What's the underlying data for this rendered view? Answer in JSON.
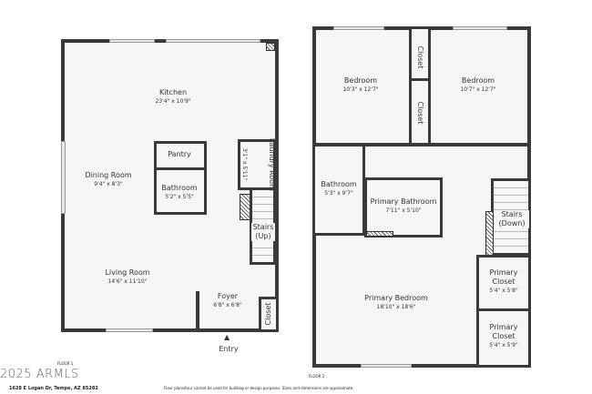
{
  "floor1": {
    "label": "FLOOR 1",
    "rooms": [
      {
        "name": "Kitchen",
        "dim": "23'4\" x 10'9\""
      },
      {
        "name": "Dining Room",
        "dim": "9'4\" x 8'3\""
      },
      {
        "name": "Pantry",
        "dim": ""
      },
      {
        "name": "Bathroom",
        "dim": "5'2\" x 5'5\""
      },
      {
        "name": "Laundry Room",
        "dim": "3'1\" x 5'11\""
      },
      {
        "name": "Stairs (Up)",
        "dim": ""
      },
      {
        "name": "Living Room",
        "dim": "14'6\" x 11'10\""
      },
      {
        "name": "Foyer",
        "dim": "6'8\" x 6'8\""
      },
      {
        "name": "Closet",
        "dim": ""
      }
    ],
    "entry": "Entry"
  },
  "floor2": {
    "label": "FLOOR 2",
    "rooms": [
      {
        "name": "Bedroom",
        "dim": "10'3\" x 12'7\""
      },
      {
        "name": "Bedroom",
        "dim": "10'7\" x 12'7\""
      },
      {
        "name": "Closet",
        "dim": ""
      },
      {
        "name": "Closet",
        "dim": ""
      },
      {
        "name": "Bathroom",
        "dim": "5'3\" x 9'7\""
      },
      {
        "name": "Primary Bathroom",
        "dim": "7'11\" x 5'10\""
      },
      {
        "name": "Stairs (Down)",
        "dim": ""
      },
      {
        "name": "Primary Closet",
        "dim": "5'4\" x 5'8\""
      },
      {
        "name": "Primary Bedroom",
        "dim": "18'10\" x 18'6\""
      },
      {
        "name": "Primary Closet",
        "dim": "5'4\" x 5'9\""
      }
    ]
  },
  "footer": {
    "logo": "2025 ARMLS",
    "address": "1628 E Logan Dr, Tempe, AZ 85282",
    "disclaimer": "Floor plans/tour cannot be used for building or design purposes. Sizes and dimensions are approximate."
  },
  "colors": {
    "wall": "#3a3a3a",
    "floor": "#f6f6f6"
  }
}
